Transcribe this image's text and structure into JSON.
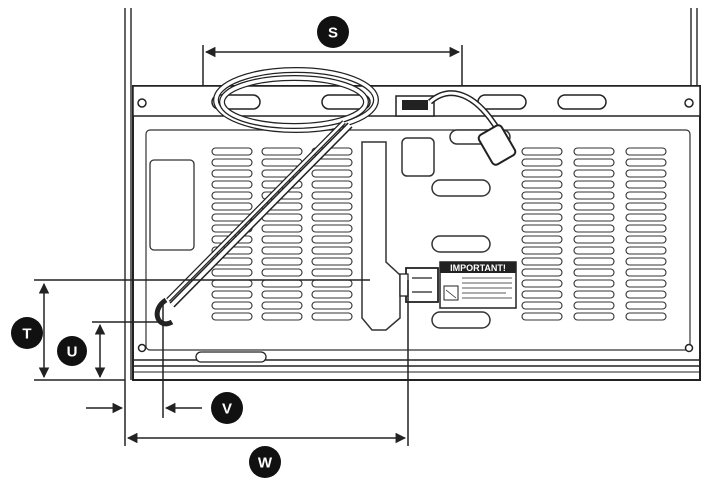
{
  "dimension_labels": {
    "s": "S",
    "t": "T",
    "u": "U",
    "v": "V",
    "w": "W"
  },
  "warning_label": {
    "title": "IMPORTANT!"
  },
  "colors": {
    "line": "#222222",
    "badge": "#111111",
    "background": "#ffffff"
  }
}
